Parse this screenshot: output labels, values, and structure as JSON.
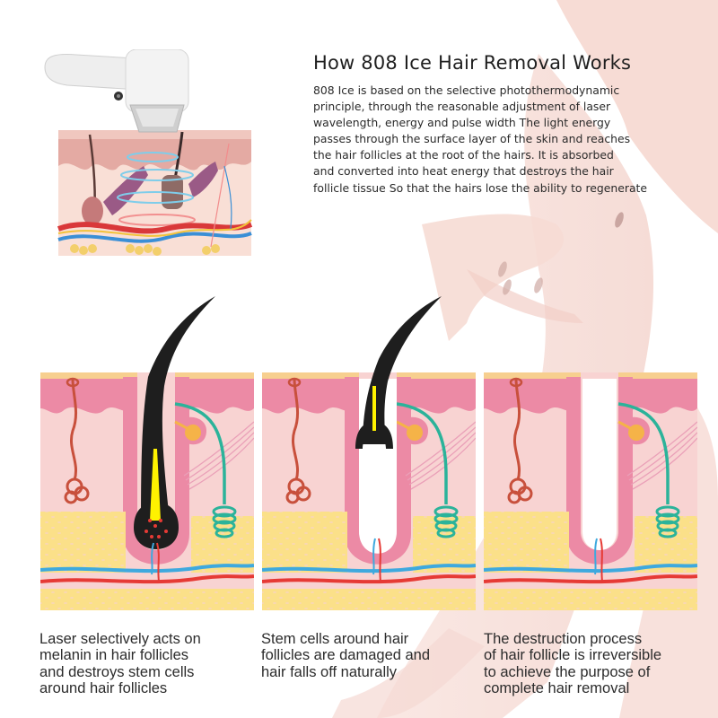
{
  "header": {
    "title": "How 808 Ice Hair Removal Works",
    "description": "808 Ice is based on the selective photothermodynamic principle, through the reasonable adjustment of laser wavelength, energy and pulse width The light energy passes through the surface layer of the skin and reaches the hair follicles at the root of the hairs. It is absorbed and converted into heat energy that destroys the hair follicle tissue So that the hairs lose the ability to regenerate",
    "description_lines": [
      "808 Ice is based on the selective photothermodynamic",
      "principle, through the reasonable adjustment of laser",
      "wavelength, energy and pulse width The light energy",
      "passes through the surface layer of the skin and reaches",
      "the hair follicles at the root of the hairs. It is absorbed",
      "and converted into heat energy that destroys the hair",
      "follicle tissue So that the hairs lose the ability to regenerate"
    ]
  },
  "illustrations": {
    "device": "laser-handpiece-over-skin-cross-section",
    "background": "faded-legs-photo"
  },
  "stages": [
    {
      "image": "hair-follicle-intact-with-melanin",
      "caption_lines": [
        "Laser selectively acts on",
        "melanin in hair follicles",
        "and destroys stem cells",
        "around hair follicles"
      ]
    },
    {
      "image": "hair-follicle-damaged-hair-detaching",
      "caption_lines": [
        "Stem cells around hair",
        "follicles are damaged and",
        "hair falls off naturally"
      ]
    },
    {
      "image": "hair-follicle-empty",
      "caption_lines": [
        "The destruction process",
        "of hair follicle is irreversible",
        "to achieve the purpose of",
        "complete hair removal"
      ]
    }
  ],
  "colors": {
    "skin_pink": "#f3b6c0",
    "dermis": "#f8d3d2",
    "epidermis": "#e8899e",
    "fat_yellow": "#fbe089",
    "vein_blue": "#3ea9de",
    "artery_red": "#e63a35",
    "nerve_teal": "#2bb39a",
    "gland_red": "#c8503c",
    "hair_black": "#1e1e1e",
    "text_dark": "#1f1f1f"
  }
}
